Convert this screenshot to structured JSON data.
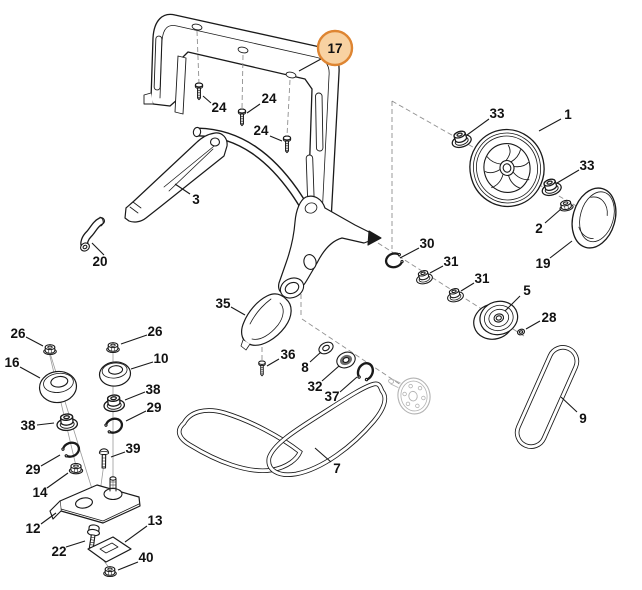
{
  "diagram": {
    "background": "#ffffff",
    "line_color": "#1a1a1a",
    "ghost_color": "#b3b3b3",
    "highlight": {
      "fill": "#f8d2a2",
      "stroke": "#de8532"
    },
    "callouts": [
      {
        "label": "17",
        "highlighted": true
      },
      {
        "label": "24"
      },
      {
        "label": "24"
      },
      {
        "label": "24"
      },
      {
        "label": "3"
      },
      {
        "label": "20"
      },
      {
        "label": "33"
      },
      {
        "label": "1"
      },
      {
        "label": "33"
      },
      {
        "label": "2"
      },
      {
        "label": "19"
      },
      {
        "label": "30"
      },
      {
        "label": "31"
      },
      {
        "label": "31"
      },
      {
        "label": "5"
      },
      {
        "label": "28"
      },
      {
        "label": "35"
      },
      {
        "label": "36"
      },
      {
        "label": "8"
      },
      {
        "label": "32"
      },
      {
        "label": "37"
      },
      {
        "label": "7"
      },
      {
        "label": "9"
      },
      {
        "label": "26"
      },
      {
        "label": "26"
      },
      {
        "label": "16"
      },
      {
        "label": "10"
      },
      {
        "label": "38"
      },
      {
        "label": "29"
      },
      {
        "label": "38"
      },
      {
        "label": "29"
      },
      {
        "label": "39"
      },
      {
        "label": "14"
      },
      {
        "label": "12"
      },
      {
        "label": "22"
      },
      {
        "label": "13"
      },
      {
        "label": "40"
      }
    ]
  }
}
